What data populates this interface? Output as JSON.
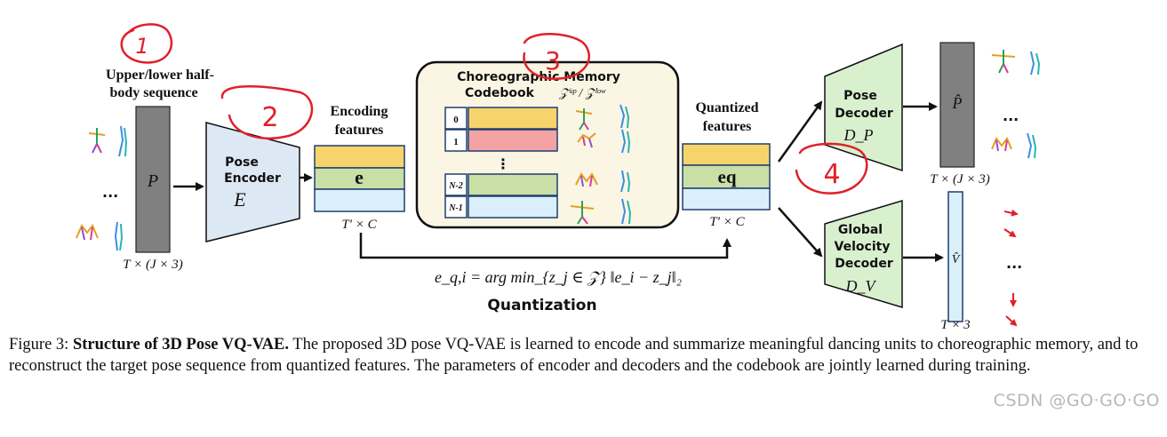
{
  "handwritten_marks": [
    "1",
    "2",
    "3",
    "4"
  ],
  "input": {
    "title_line1": "Upper/lower half-",
    "title_line2": "body sequence",
    "matrix_symbol": "P",
    "dims": "T × (J × 3)",
    "ellipsis": "..."
  },
  "encoder": {
    "line1": "Pose",
    "line2": "Encoder",
    "symbol": "E"
  },
  "encoding": {
    "title_line1": "Encoding",
    "title_line2": "features",
    "symbol": "e",
    "dims": "T′ × C"
  },
  "codebook": {
    "title_line1": "Choreographic Memory",
    "title_line2": "Codebook",
    "title_math": "𝒵ᵘᵖ / 𝒵ˡᵒʷ",
    "rows": [
      {
        "index": "0",
        "color": "#f7d46b"
      },
      {
        "index": "1",
        "color": "#f4a3a3"
      },
      {
        "index": "N-2",
        "color": "#c9dfa6"
      },
      {
        "index": "N-1",
        "color": "#d9effa"
      }
    ],
    "ellipsis": "⋮"
  },
  "quantized": {
    "title_line1": "Quantized",
    "title_line2": "features",
    "symbol": "eq",
    "dims": "T′ × C"
  },
  "quantization": {
    "formula": "e_q,i = arg min_{z_j ∈ 𝒵} ‖e_i − z_j‖₂",
    "label": "Quantization"
  },
  "pose_decoder": {
    "line1": "Pose",
    "line2": "Decoder",
    "symbol": "D_P",
    "output_symbol": "P̂",
    "output_dims": "T × (J × 3)",
    "ellipsis": "..."
  },
  "velocity_decoder": {
    "line1": "Global",
    "line2": "Velocity",
    "line3": "Decoder",
    "symbol": "D_V",
    "output_symbol": "V̂",
    "output_dims": "T × 3",
    "ellipsis": "..."
  },
  "caption": {
    "prefix": "Figure 3: ",
    "bold": "Structure of 3D Pose VQ-VAE.",
    "text": " The proposed 3D pose VQ-VAE is learned to encode and summarize meaningful dancing units to choreographic memory, and to reconstruct the target pose sequence from quantized features. The parameters of encoder and decoders and the codebook are jointly learned during training."
  },
  "watermark": "CSDN @GO·GO·GO",
  "colors": {
    "encoder_fill": "#dde8f5",
    "decoder_fill": "#d9f0cf",
    "matrix_fill": "#808080",
    "feature_yellow": "#f7d46b",
    "feature_green": "#c9dfa6",
    "feature_blue": "#d9effa",
    "codebook_bg": "#fbf5e4",
    "annotation_red": "#e0202a"
  }
}
